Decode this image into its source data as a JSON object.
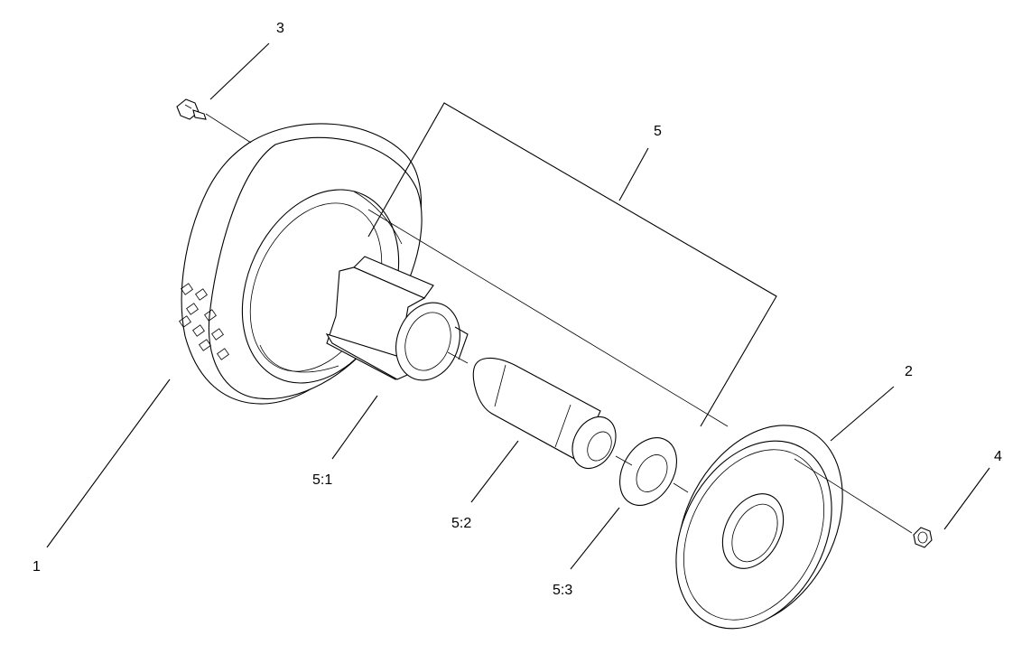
{
  "callouts": {
    "c1": "1",
    "c2": "2",
    "c3": "3",
    "c4": "4",
    "c5": "5",
    "c5_1": "5:1",
    "c5_2": "5:2",
    "c5_3": "5:3"
  },
  "colors": {
    "line": "#000000",
    "background": "#ffffff"
  }
}
